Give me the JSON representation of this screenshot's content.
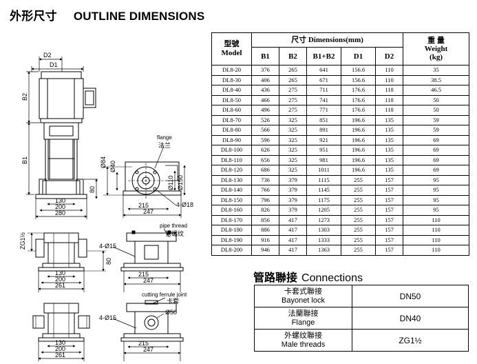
{
  "title": {
    "zh": "外形尺寸",
    "en": "OUTLINE DIMENSIONS"
  },
  "dimensions_table": {
    "header_model": [
      "型號",
      "Model"
    ],
    "header_dimensions": "尺寸 Dimensions(mm)",
    "header_weight": [
      "重 量",
      "Weight",
      "(kg)"
    ],
    "columns": [
      "B1",
      "B2",
      "B1+B2",
      "D1",
      "D2"
    ],
    "rows": [
      [
        "DL8-20",
        "376",
        "265",
        "641",
        "156.6",
        "110",
        "35"
      ],
      [
        "DL8-30",
        "406",
        "265",
        "671",
        "156.6",
        "110",
        "38.5"
      ],
      [
        "DL8-40",
        "436",
        "275",
        "711",
        "176.6",
        "118",
        "46.5"
      ],
      [
        "DL8-50",
        "466",
        "275",
        "741",
        "176.6",
        "118",
        "50"
      ],
      [
        "DL8-60",
        "496",
        "275",
        "771",
        "176.6",
        "118",
        "50"
      ],
      [
        "DL8-70",
        "526",
        "325",
        "851",
        "196.6",
        "135",
        "59"
      ],
      [
        "DL8-80",
        "566",
        "325",
        "891",
        "196.6",
        "135",
        "59"
      ],
      [
        "DL8-90",
        "596",
        "325",
        "921",
        "196.6",
        "135",
        "69"
      ],
      [
        "DL8-100",
        "626",
        "325",
        "951",
        "196.6",
        "135",
        "69"
      ],
      [
        "DL8-110",
        "656",
        "325",
        "981",
        "196.6",
        "135",
        "69"
      ],
      [
        "DL8-120",
        "686",
        "325",
        "1011",
        "196.6",
        "135",
        "69"
      ],
      [
        "DL8-130",
        "736",
        "379",
        "1115",
        "255",
        "157",
        "95"
      ],
      [
        "DL8-140",
        "766",
        "379",
        "1145",
        "255",
        "157",
        "95"
      ],
      [
        "DL8-150",
        "796",
        "379",
        "1175",
        "255",
        "157",
        "95"
      ],
      [
        "DL8-160",
        "826",
        "379",
        "1205",
        "255",
        "157",
        "95"
      ],
      [
        "DL8-170",
        "856",
        "417",
        "1273",
        "255",
        "157",
        "110"
      ],
      [
        "DL8-180",
        "886",
        "417",
        "1303",
        "255",
        "157",
        "110"
      ],
      [
        "DL8-190",
        "916",
        "417",
        "1333",
        "255",
        "157",
        "110"
      ],
      [
        "DL8-200",
        "946",
        "417",
        "1363",
        "255",
        "157",
        "110"
      ]
    ]
  },
  "connections": {
    "title": {
      "zh": "管路聯接",
      "en": "Connections"
    },
    "rows": [
      {
        "zh": "卡套式聯接",
        "en": "Bayonet lock",
        "value": "DN50"
      },
      {
        "zh": "法蘭聯接",
        "en": "Flange",
        "value": "DN40"
      },
      {
        "zh": "外螺纹聯接",
        "en": "Male threads",
        "value": "ZG1½"
      }
    ]
  },
  "drawing_labels": {
    "d2": "D2",
    "d1": "D1",
    "b1": "B1",
    "b2": "B2",
    "flange_en": "flange",
    "flange_zh": "法兰",
    "phi84": "Ø84",
    "phi40": "Ø40",
    "phi110": "Ø110",
    "phi150": "Ø150",
    "four_phi18": "4-Ø18",
    "four_phi15_a": "4-Ø15",
    "four_phi15_b": "4-Ø15",
    "dim_80_a": "80",
    "dim_80_b": "80",
    "dim_130_a": "130",
    "dim_200_a": "200",
    "dim_280": "280",
    "dim_215_a": "215",
    "dim_247_a": "247",
    "pipe_thread_en": "pipe thread",
    "pipe_thread_zh": "管螺纹",
    "zg": "ZG1½",
    "dim_130_b": "130",
    "dim_200_b": "200",
    "dim_261_a": "261",
    "dim_215_b": "215",
    "dim_247_b": "247",
    "ferrule_en": "cutting ferrule joint",
    "ferrule_zh": "卡套",
    "phi50": "Ø50",
    "dim_130_c": "130",
    "dim_200_c": "200",
    "dim_261_b": "261",
    "dim_215_c": "215",
    "dim_247_c": "247"
  }
}
